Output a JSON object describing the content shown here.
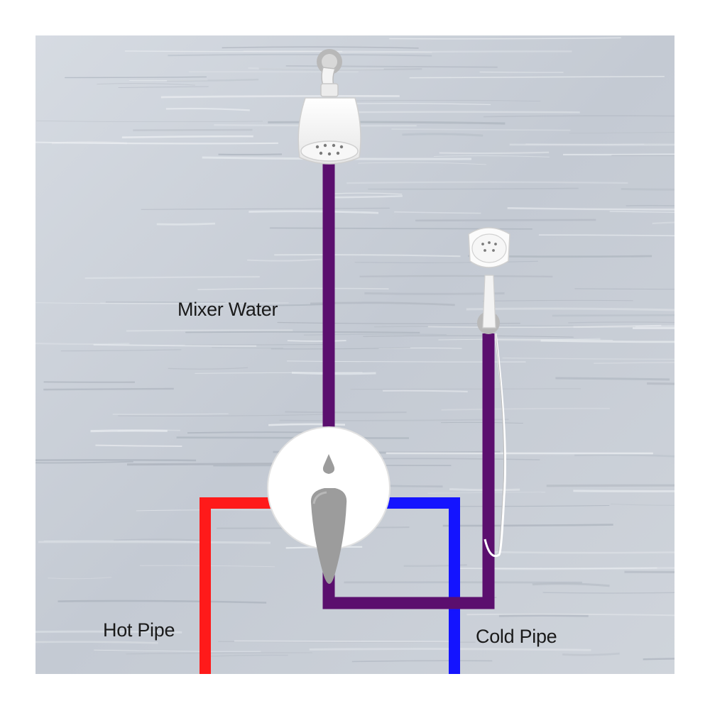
{
  "labels": {
    "mixer_water": "Mixer Water",
    "hot_pipe": "Hot Pipe",
    "cold_pipe": "Cold Pipe"
  },
  "colors": {
    "wall": "#c9ced6",
    "mixer_pipe": "#5b0f6e",
    "hot_pipe": "#ff1a1a",
    "cold_pipe": "#1414ff",
    "fixture_white": "#ffffff",
    "handle_gray": "#9a9a9a",
    "label_text": "#1a1a1a"
  },
  "icons": {
    "overhead_shower": "shower-head-icon",
    "hand_shower": "hand-shower-icon",
    "mixer_valve": "mixer-valve-icon"
  }
}
